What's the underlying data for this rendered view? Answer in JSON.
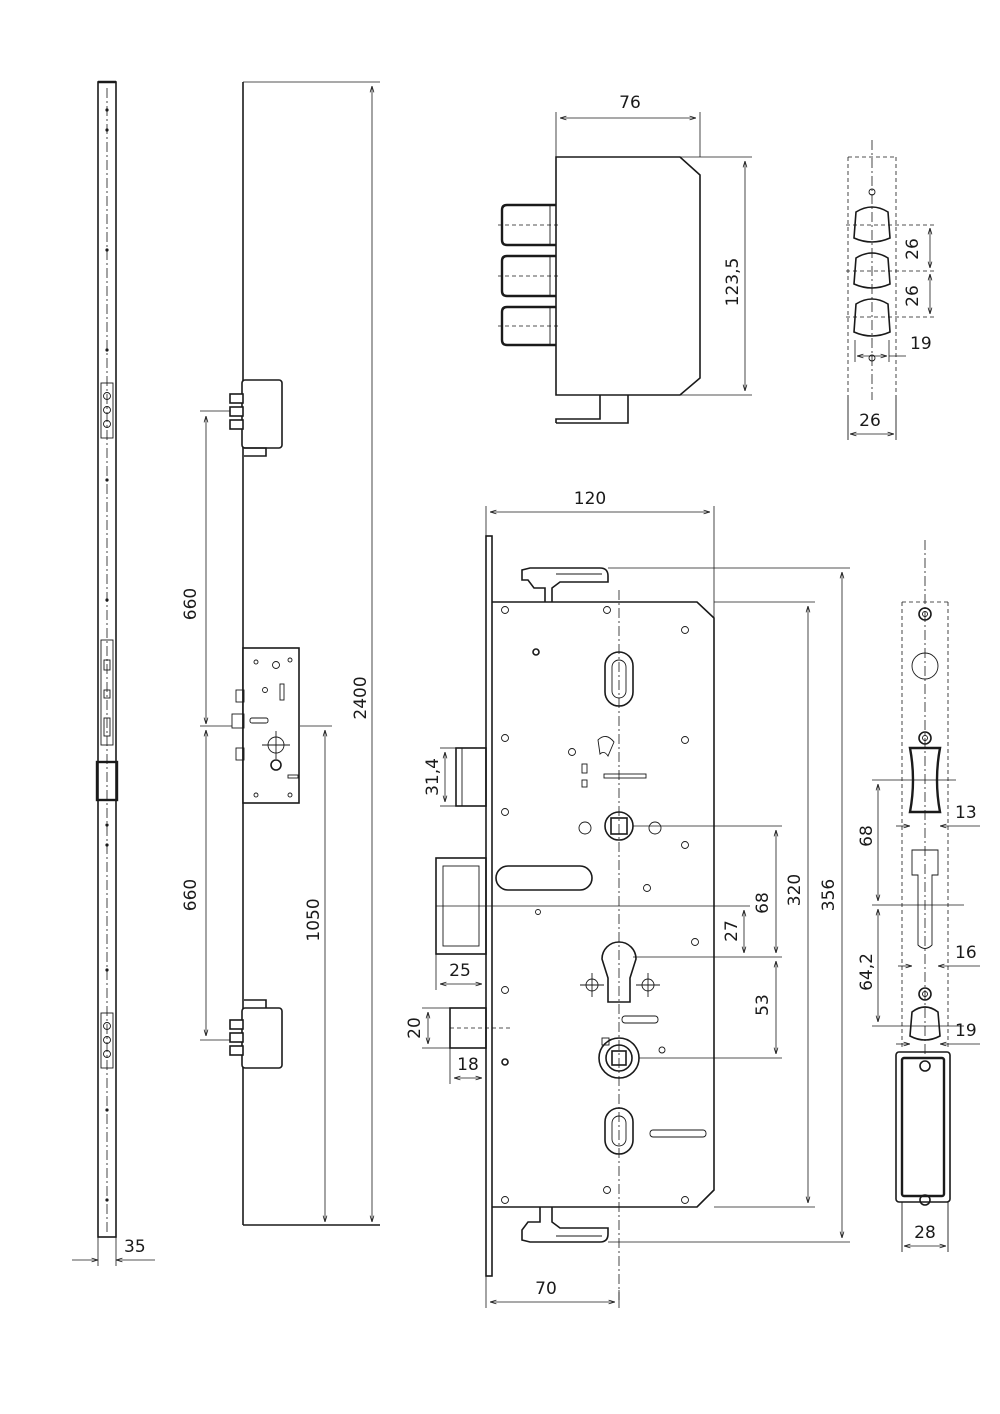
{
  "colors": {
    "line": "#1a1a1a",
    "background": "#ffffff"
  },
  "dimensions": {
    "strip_width": "35",
    "span_upper": "660",
    "span_lower": "660",
    "total_height": "2400",
    "lower_height": "1050",
    "bolt_case_width": "76",
    "bolt_case_height": "123,5",
    "bolt_pitch_1": "26",
    "bolt_pitch_2": "26",
    "bolt_hole": "19",
    "bolt_plate_width": "26",
    "lock_width": "120",
    "lock_backset": "70",
    "lock_total": "356",
    "lock_inner": "320",
    "dist_68": "68",
    "dist_53": "53",
    "dist_27": "27",
    "latch_throw": "31,4",
    "deadbolt_throw": "25",
    "aux_throw": "20",
    "aux_offset": "18",
    "strike_68": "68",
    "strike_64": "64,2",
    "strike_13": "13",
    "strike_16": "16",
    "strike_19": "19",
    "strike_width": "28"
  }
}
